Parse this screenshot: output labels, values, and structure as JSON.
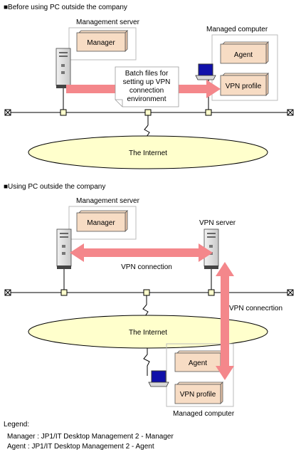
{
  "sections": [
    {
      "heading": "■Before using PC outside the company",
      "management_server_label": "Management server",
      "manager_label": "Manager",
      "managed_computer_label": "Managed computer",
      "agent_label": "Agent",
      "vpn_profile_label": "VPN profile",
      "note_lines": [
        "Batch files for",
        "setting up VPN",
        "connection",
        "environment"
      ],
      "internet_label": "The Internet"
    },
    {
      "heading": "■Using PC  outside the company",
      "management_server_label": "Management server",
      "manager_label": "Manager",
      "vpn_server_label": "VPN server",
      "vpn_connection_label": "VPN connection",
      "vpn_connection2_label": "VPN connecrtion",
      "internet_label": "The Internet",
      "agent_label": "Agent",
      "vpn_profile_label": "VPN profile",
      "managed_computer_label": "Managed computer"
    }
  ],
  "legend": {
    "title": "Legend:",
    "items": [
      "Manager : JP1/IT Desktop Management 2 - Manager",
      "Agent : JP1/IT Desktop Management 2 - Agent"
    ]
  },
  "colors": {
    "box_fill": "#f7dcc4",
    "arrow": "#f4878b",
    "ellipse_fill": "#ffffcc",
    "node_fill": "#ffffcc",
    "frame": "#bbbbbb",
    "screen": "#1111aa"
  }
}
